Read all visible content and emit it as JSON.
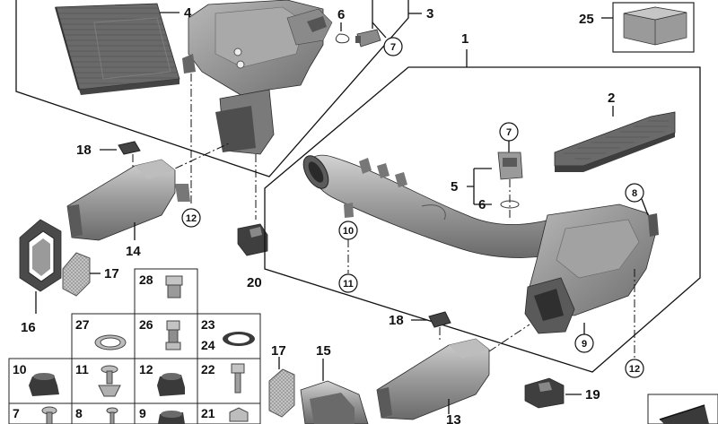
{
  "labels": {
    "n1": "1",
    "n2": "2",
    "n3": "3",
    "n4": "4",
    "n5": "5",
    "n6_top": "6",
    "n6": "6",
    "n7_top": "7",
    "n7": "7",
    "n8": "8",
    "n9": "9",
    "n10": "10",
    "n11": "11",
    "n12_top": "12",
    "n12": "12",
    "n13": "13",
    "n14": "14",
    "n15": "15",
    "n16": "16",
    "n17_left": "17",
    "n17": "17",
    "n18_top": "18",
    "n18": "18",
    "n19": "19",
    "n20": "20",
    "n25": "25"
  },
  "table": {
    "c28": "28",
    "c27": "27",
    "c26": "26",
    "c23": "23",
    "c24": "24",
    "c10": "10",
    "c11": "11",
    "c12": "12",
    "c22": "22",
    "c7": "7",
    "c8": "8",
    "c9": "9",
    "c21": "21"
  },
  "colors": {
    "part_fill": "#8f8f8f",
    "part_dark": "#5a5a5a",
    "part_light": "#c4c4c4",
    "line": "#111111",
    "accent_box": "#3a3a3a"
  }
}
